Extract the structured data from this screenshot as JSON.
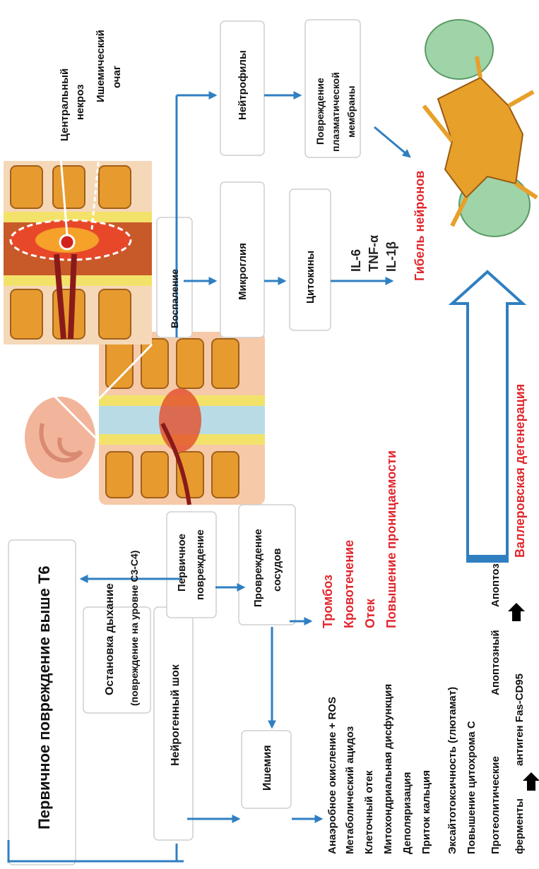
{
  "nodes": {
    "primary_above_t6": "Первичное повреждение выше Т6",
    "respiratory_arrest": "Остановка дыхание",
    "respiratory_arrest_level": "(повреждение на уровне С3-С4)",
    "neurogenic_shock": "Нейрогенный шок",
    "ischemia": "Ишемия",
    "primary_injury_l1": "Первичное",
    "primary_injury_l2": "повреждение",
    "vascular_l1": "Провреждение",
    "vascular_l2": "сосудов",
    "inflammation": "Воспаление",
    "microglia": "Микроглия",
    "neutrophils": "Нейтрофилы",
    "cytokines": "Цитокины",
    "membrane_l1": "Повреждение",
    "membrane_l2": "плазматической",
    "membrane_l3": "мембраны"
  },
  "figure_labels": {
    "central_necrosis_l1": "Центральный",
    "central_necrosis_l2": "некроз",
    "ischemic_focus_l1": "Ишемический",
    "ischemic_focus_l2": "очаг"
  },
  "ischemia_effects": [
    "Анаэробное окисление + ROS",
    "Метаболический ацидоз",
    "Клеточный отек",
    "Митохондриальная дисфункция",
    "Деполяризация",
    "Приток кальция",
    "Эксайтотоксичность (глютамат)",
    "Повышение цитохрома С"
  ],
  "apoptosis_row1": {
    "left": "Протеолитические",
    "mid": "Апоптозный",
    "right": "Апоптоз"
  },
  "apoptosis_row2": {
    "left": "ферменты",
    "right": "антиген Fas-CD95"
  },
  "vascular_effects": [
    "Тромбоз",
    "Кровотечение",
    "Отек",
    "Повышение проницаемости"
  ],
  "cytokine_list": [
    "IL-6",
    "TNF-α",
    "IL-1β"
  ],
  "outcomes": {
    "neuron_death": "Гибель нейронов",
    "wallerian": "Валлеровская дегенерация"
  },
  "colors": {
    "arrow_blue": "#2f7fc1",
    "highlight_red": "#e1262d",
    "spine_orange": "#e79a2e",
    "cord_yellow": "#f3e26a",
    "cell_green": "#9fd3a8"
  }
}
